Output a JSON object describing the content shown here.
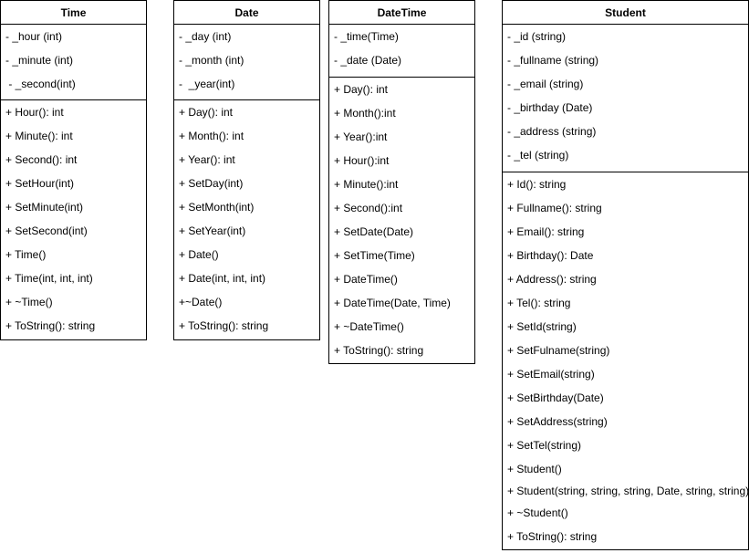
{
  "classes": {
    "time": {
      "name": "Time",
      "attributes": [
        "- _hour (int)",
        "- _minute (int)",
        " - _second(int)"
      ],
      "methods": [
        "+ Hour(): int",
        "+ Minute(): int",
        "+ Second(): int",
        "+ SetHour(int)",
        "+ SetMinute(int)",
        "+ SetSecond(int)",
        "+ Time()",
        "+ Time(int, int, int)",
        "+ ~Time()",
        "+ ToString(): string"
      ]
    },
    "date": {
      "name": "Date",
      "attributes": [
        "- _day (int)",
        "- _month (int)",
        "-  _year(int)"
      ],
      "methods": [
        "+ Day(): int",
        "+ Month(): int",
        "+ Year(): int",
        "+ SetDay(int)",
        "+ SetMonth(int)",
        "+ SetYear(int)",
        "+ Date()",
        "+ Date(int, int, int)",
        "+~Date()",
        "+ ToString(): string"
      ]
    },
    "datetime": {
      "name": "DateTime",
      "attributes": [
        "- _time(Time)",
        "- _date (Date)"
      ],
      "methods": [
        "+ Day(): int",
        "+ Month():int",
        "+ Year():int",
        "+ Hour():int",
        "+ Minute():int",
        "+ Second():int",
        "+ SetDate(Date)",
        "+ SetTime(Time)",
        "+ DateTime()",
        "+ DateTime(Date, Time)",
        "+ ~DateTime()",
        "+ ToString(): string"
      ]
    },
    "student": {
      "name": "Student",
      "attributes": [
        "- _id (string)",
        "- _fullname (string)",
        "- _email (string)",
        "- _birthday (Date)",
        "- _address (string)",
        "- _tel (string)"
      ],
      "methods": [
        "+ Id(): string",
        "+ Fullname(): string",
        "+ Email(): string",
        "+ Birthday(): Date",
        "+ Address(): string",
        "+ Tel(): string",
        "+ SetId(string)",
        "+ SetFulname(string)",
        "+ SetEmail(string)",
        "+ SetBirthday(Date)",
        "+ SetAddress(string)",
        "+ SetTel(string)",
        "+ Student()",
        "+ Student(string, string, string, Date, string, string)",
        "+ ~Student()",
        "+ ToString(): string"
      ]
    }
  }
}
